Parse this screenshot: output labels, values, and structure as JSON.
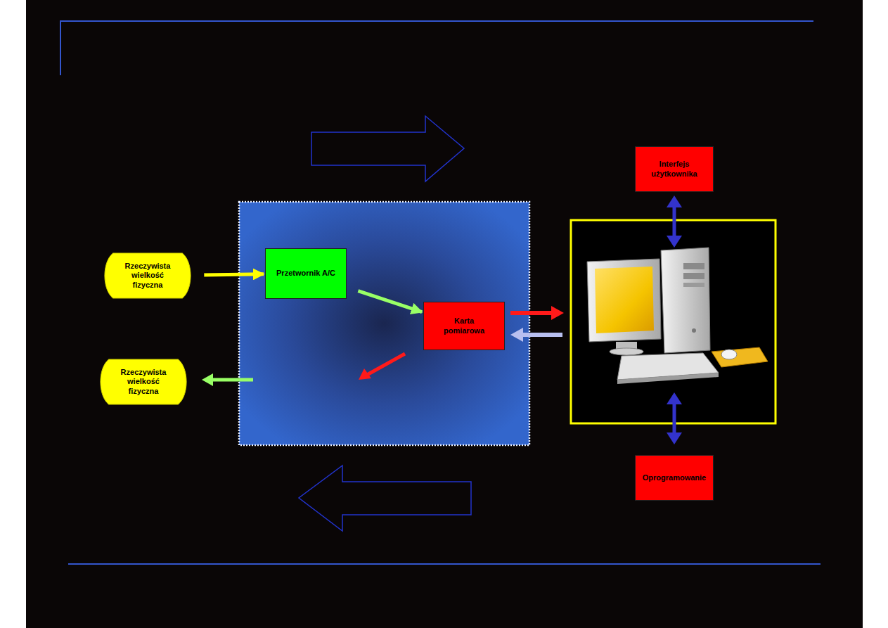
{
  "diagram": {
    "nodes": [
      {
        "text": [
          "Rzeczywista wielkość fizyczna"
        ]
      },
      {
        "text": [
          "Przetwornik A/C"
        ]
      },
      {
        "text": [
          "Karta pomiarowa"
        ]
      },
      {
        "text": [
          "Interfejs użytkownika"
        ]
      },
      {
        "text": [
          "Rzeczywista wielkość fizyczna"
        ]
      },
      {
        "text": [
          "Oprogramowanie"
        ]
      }
    ],
    "edges": [
      {
        "from": 0,
        "to": 1,
        "arrow": "to"
      },
      {
        "from": 1,
        "to": 2,
        "arrow": "to"
      }
    ]
  }
}
